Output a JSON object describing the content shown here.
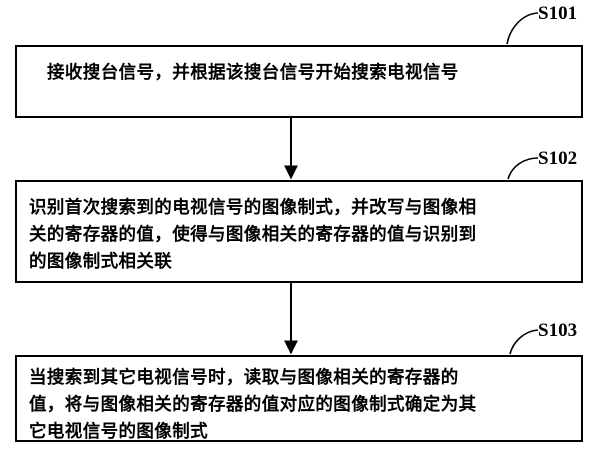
{
  "steps": [
    {
      "label": "S101",
      "lines": [
        "接收搜台信号，并根据该搜台信号开始搜索电视信号"
      ]
    },
    {
      "label": "S102",
      "lines": [
        "识别首次搜索到的电视信号的图像制式，并改写与图像相",
        "关的寄存器的值，使得与图像相关的寄存器的值与识别到",
        "的图像制式相关联"
      ]
    },
    {
      "label": "S103",
      "lines": [
        "当搜索到其它电视信号时，读取与图像相关的寄存器的",
        "值，将与图像相关的寄存器的值对应的图像制式确定为其",
        "它电视信号的图像制式"
      ]
    }
  ]
}
